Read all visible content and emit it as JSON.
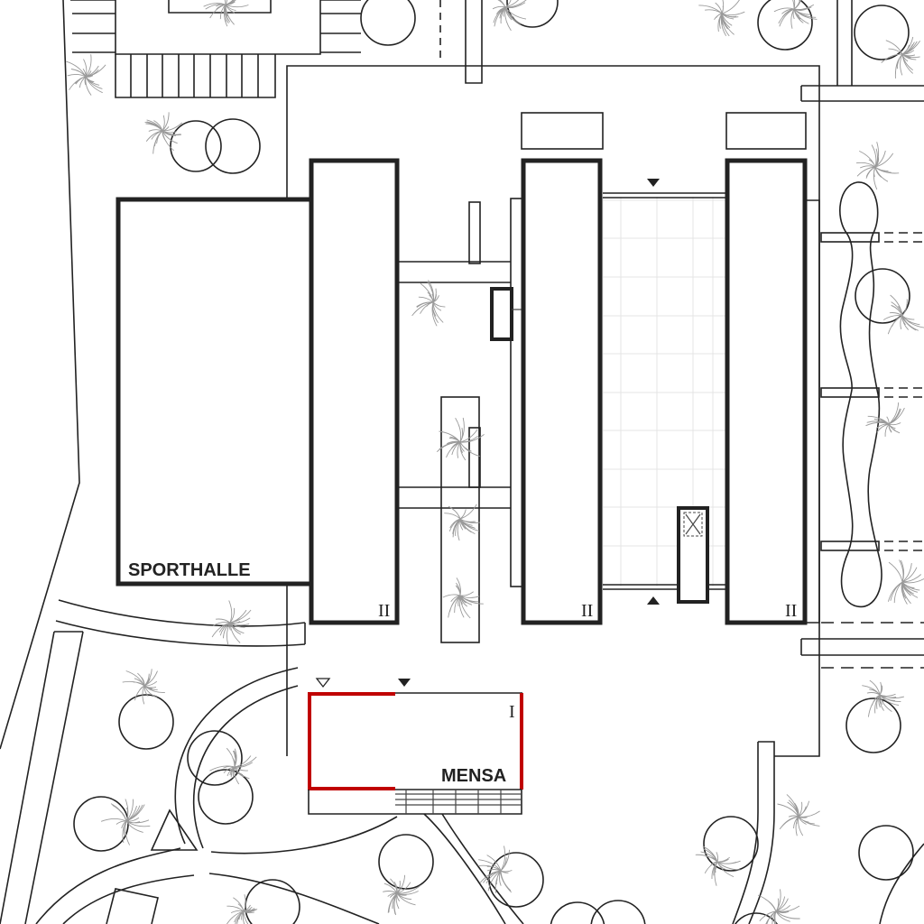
{
  "labels": {
    "sporthalle": "SPORTHALLE",
    "mensa": "MENSA",
    "storey_b1": "II",
    "storey_b2": "II",
    "storey_b3": "II",
    "storey_mensa": "I"
  },
  "colors": {
    "line": "#222222",
    "highlight": "#c00000",
    "shrub": "#9a9a9a",
    "grid": "#e4e4e4"
  },
  "icons": {
    "entrance_marker": "filled-triangle",
    "secondary_entrance_marker": "outlined-triangle",
    "shrub": "scribble-shrub",
    "tree": "circle-tree"
  }
}
